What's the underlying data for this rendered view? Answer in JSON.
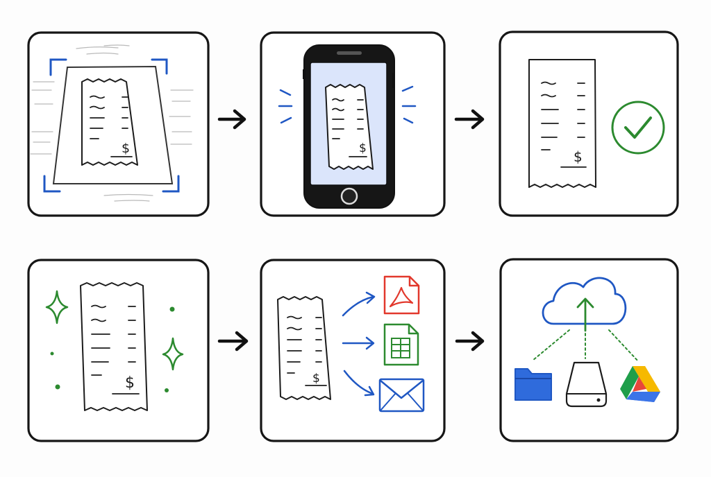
{
  "colors": {
    "ink": "#1b1b1b",
    "accent_blue": "#1f57c3",
    "accent_green": "#2c8a2f",
    "pdf_red": "#e2382c",
    "screen_blue": "#dbe5fb",
    "drive_yellow": "#f6b900",
    "drive_green": "#1f9e4a",
    "drive_blue": "#3b74e8"
  },
  "steps": [
    {
      "id": "scan-receipt",
      "icons": [
        "receipt-icon",
        "scan-frame-corners"
      ]
    },
    {
      "id": "capture-phone",
      "icons": [
        "smartphone-icon",
        "receipt-icon"
      ]
    },
    {
      "id": "verify-receipt",
      "icons": [
        "receipt-icon",
        "check-circle-icon"
      ]
    },
    {
      "id": "enhance-receipt",
      "icons": [
        "receipt-icon",
        "sparkle-icon"
      ]
    },
    {
      "id": "export-receipt",
      "icons": [
        "receipt-icon",
        "pdf-file-icon",
        "spreadsheet-file-icon",
        "email-icon"
      ]
    },
    {
      "id": "save-storage",
      "icons": [
        "cloud-upload-icon",
        "folder-icon",
        "external-drive-icon",
        "google-drive-icon"
      ]
    }
  ],
  "glyphs": {
    "currency": "$"
  }
}
